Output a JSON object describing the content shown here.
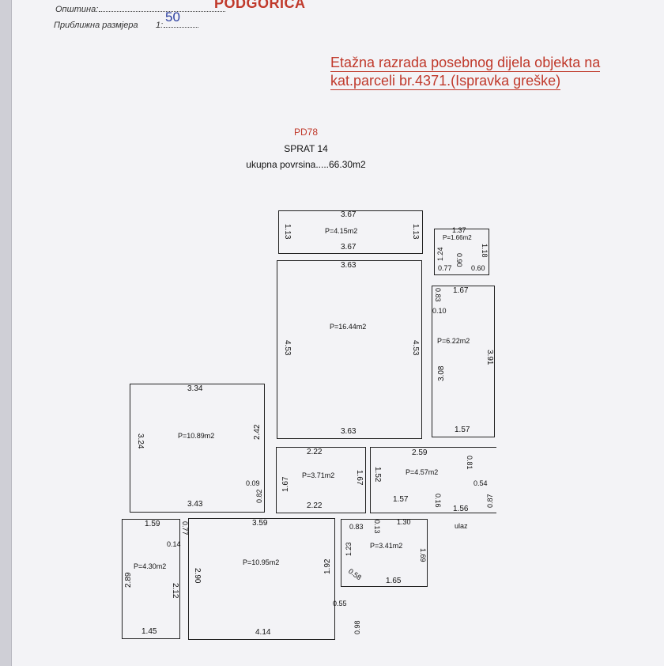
{
  "header": {
    "opstina_label": "Општина:",
    "scale_label": "Приближна размјера",
    "scale_prefix": "1:",
    "scale_value": "50",
    "city": "PODGORICA"
  },
  "title": {
    "line1": "Etažna razrada posebnog dijela objekta na",
    "line2": "kat.parceli br.4371.(Ispravka greške)"
  },
  "unit": {
    "code": "PD78",
    "floor": "SPRAT 14",
    "total": "ukupna povrsina.....66.30m2"
  },
  "rooms": {
    "r1": {
      "area": "P=4.15m2",
      "top": "3.67",
      "bottom": "3.67",
      "left": "1.13",
      "right": "1.13"
    },
    "r2": {
      "area": "P=1.66m2",
      "top": "1.37",
      "left": "1.24",
      "right": "1.18",
      "inner": "0.90",
      "b1": "0.77",
      "b2": "0.60"
    },
    "r3": {
      "area": "P=16.44m2",
      "top": "3.63",
      "bottom": "3.63",
      "left": "4.53",
      "right": "4.53"
    },
    "r4": {
      "area": "P=6.22m2",
      "top": "1.67",
      "notch_v": "0.83",
      "notch_h": "0.10",
      "left": "3.08",
      "right": "3.91",
      "bottom": "1.57"
    },
    "r5": {
      "area": "P=10.89m2",
      "top": "3.34",
      "left": "3.24",
      "right": "2.42",
      "step": "0.09",
      "step_v": "0.82",
      "bottom": "3.43"
    },
    "r6": {
      "area": "P=3.71m2",
      "top": "2.22",
      "bottom": "2.22",
      "left": "1.67",
      "right": "1.67"
    },
    "r7": {
      "area": "P=4.57m2",
      "top": "2.59",
      "top_right": "0.81",
      "left": "1.52",
      "step": "0.54",
      "right": "0.87",
      "b1": "1.57",
      "b2": "1.56",
      "notch": "0.16",
      "entry": "ulaz"
    },
    "r8": {
      "area": "P=4.30m2",
      "top": "1.59",
      "v1": "0.77",
      "h1": "0.14",
      "left": "2.89",
      "right": "2.12",
      "bottom": "1.45"
    },
    "r9": {
      "area": "P=10.95m2",
      "top": "3.59",
      "left": "2.90",
      "right": "1.92",
      "step": "0.55",
      "step_v": "0.98",
      "bottom": "4.14"
    },
    "r10": {
      "area": "P=3.41m2",
      "top1": "0.83",
      "v": "0.13",
      "top2": "1.30",
      "left": "1.23",
      "diag": "0.58",
      "right": "1.69",
      "bottom": "1.65"
    }
  },
  "colors": {
    "red": "#c0392b",
    "blue": "#2a3ea0",
    "paper": "#f3f3f6"
  }
}
